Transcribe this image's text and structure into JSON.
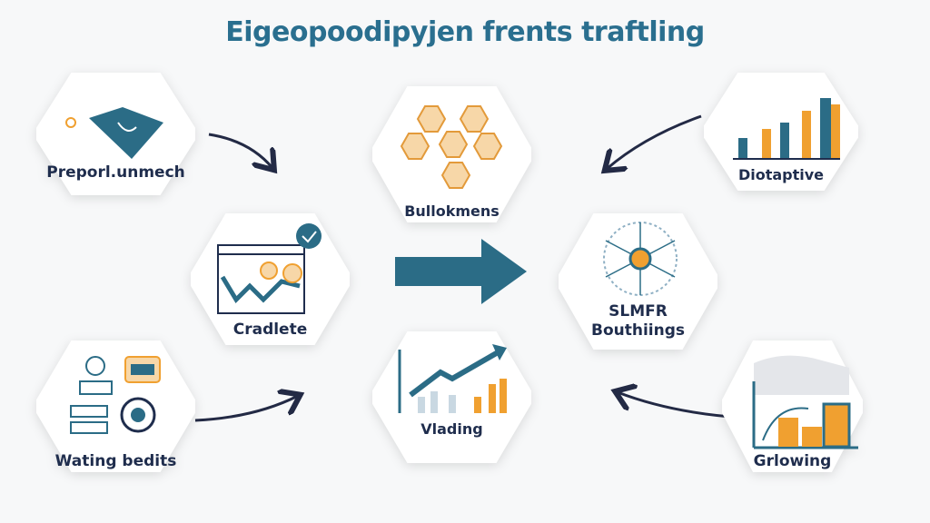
{
  "title": "Eigeopoodipyjen frents traftling",
  "nodes": [
    {
      "id": "preporlunmech",
      "label": "Preporl.unmech"
    },
    {
      "id": "bullokmens",
      "label": "Bullokmens"
    },
    {
      "id": "diotaptive",
      "label": "Diotaptive"
    },
    {
      "id": "cradlete",
      "label": "Cradlete"
    },
    {
      "id": "slmfr",
      "label_line1": "SLMFR",
      "label_line2": "Bouthiings"
    },
    {
      "id": "wating-bedits",
      "label": "Wating bedits"
    },
    {
      "id": "vlading",
      "label": "Vlading"
    },
    {
      "id": "grlowing",
      "label": "Grlowing"
    }
  ],
  "colors": {
    "teal": "#2b6c86",
    "orange": "#f0a030",
    "navy": "#1f2d4d"
  }
}
